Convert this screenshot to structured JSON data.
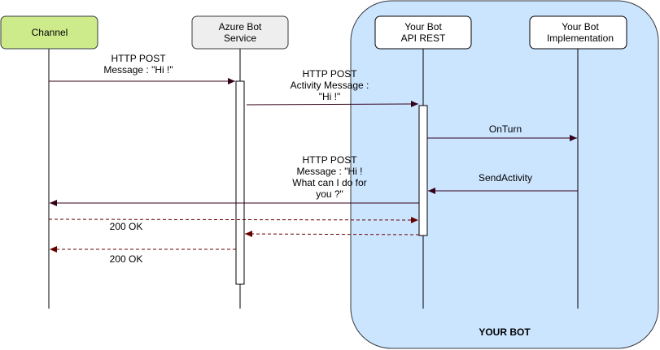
{
  "colors": {
    "channel_fill": "#cdeb8b",
    "channel_stroke": "#36393d",
    "azure_fill": "#eeeeee",
    "azure_stroke": "#36393d",
    "bot_box_fill": "#ffffff",
    "container_fill": "#cce5ff",
    "container_stroke": "#36393d",
    "solid_arrow": "#33001a",
    "dashed_arrow": "#660000"
  },
  "participants": {
    "channel": "Channel",
    "azure_line1": "Azure Bot",
    "azure_line2": "Service",
    "api_line1": "Your Bot",
    "api_line2": "API REST",
    "impl_line1": "Your Bot",
    "impl_line2": "Implementation"
  },
  "container_label": "YOUR BOT",
  "messages": {
    "m1": [
      "HTTP POST",
      "Message : \"Hi !\""
    ],
    "m2": [
      "HTTP POST",
      "Activity Message :",
      "\"Hi !\""
    ],
    "m3": [
      "OnTurn"
    ],
    "m4": [
      "SendActivity"
    ],
    "m5": [
      "HTTP POST",
      "Message : \"Hi !",
      "What can I do for",
      "you ?\""
    ],
    "m6": [
      "200 OK"
    ],
    "m7": [
      "200 OK"
    ]
  }
}
